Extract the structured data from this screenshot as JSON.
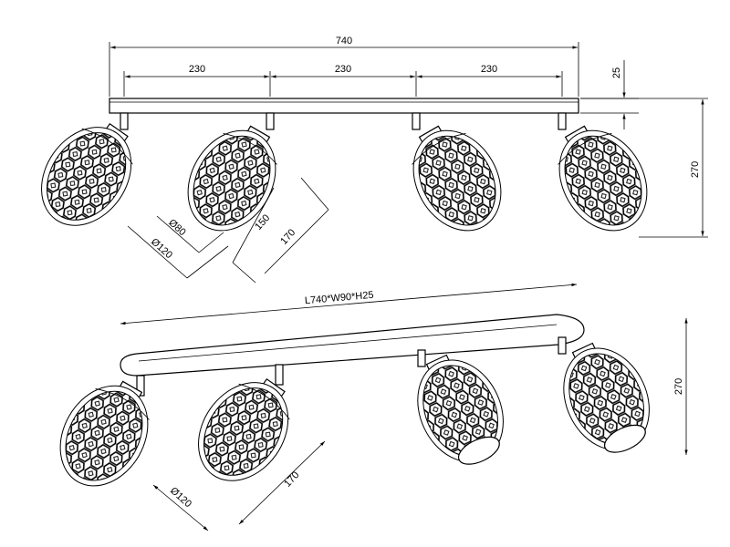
{
  "front_view": {
    "total_length": "740",
    "spacing_1": "230",
    "spacing_2": "230",
    "spacing_3": "230",
    "bar_height": "25",
    "total_height": "270",
    "shade_outer_dia": "Ø120",
    "shade_inner_dia": "Ø80",
    "shade_length": "150",
    "spot_length": "170"
  },
  "perspective_view": {
    "overall_dims": "L740*W90*H25",
    "total_height": "270",
    "shade_outer_dia": "Ø120",
    "spot_length": "170"
  }
}
